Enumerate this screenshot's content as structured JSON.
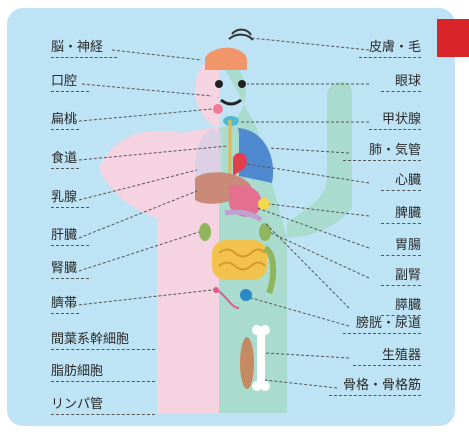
{
  "left_labels": [
    "脳・神経",
    "口腔",
    "扁桃",
    "食道",
    "乳腺",
    "肝臓",
    "腎臓",
    "臍帯",
    "間葉系幹細胞",
    "脂肪細胞",
    "リンパ管"
  ],
  "right_labels": [
    "皮膚・毛",
    "眼球",
    "甲状腺",
    "肺・気管",
    "心臓",
    "脾臓",
    "胃腸",
    "副腎",
    "膵臓",
    "膀胱・尿道",
    "生殖器",
    "骨格・骨格筋"
  ],
  "colors": {
    "background": "#bde3f4",
    "accent": "#d9242a",
    "body_pink": "#f6d3e1",
    "body_teal": "#a9dccf",
    "lung": "#4f8ad0",
    "liver": "#c98a7a",
    "stomach": "#e46f8f",
    "intestine": "#f2c24d",
    "kidney": "#8fb65a"
  }
}
